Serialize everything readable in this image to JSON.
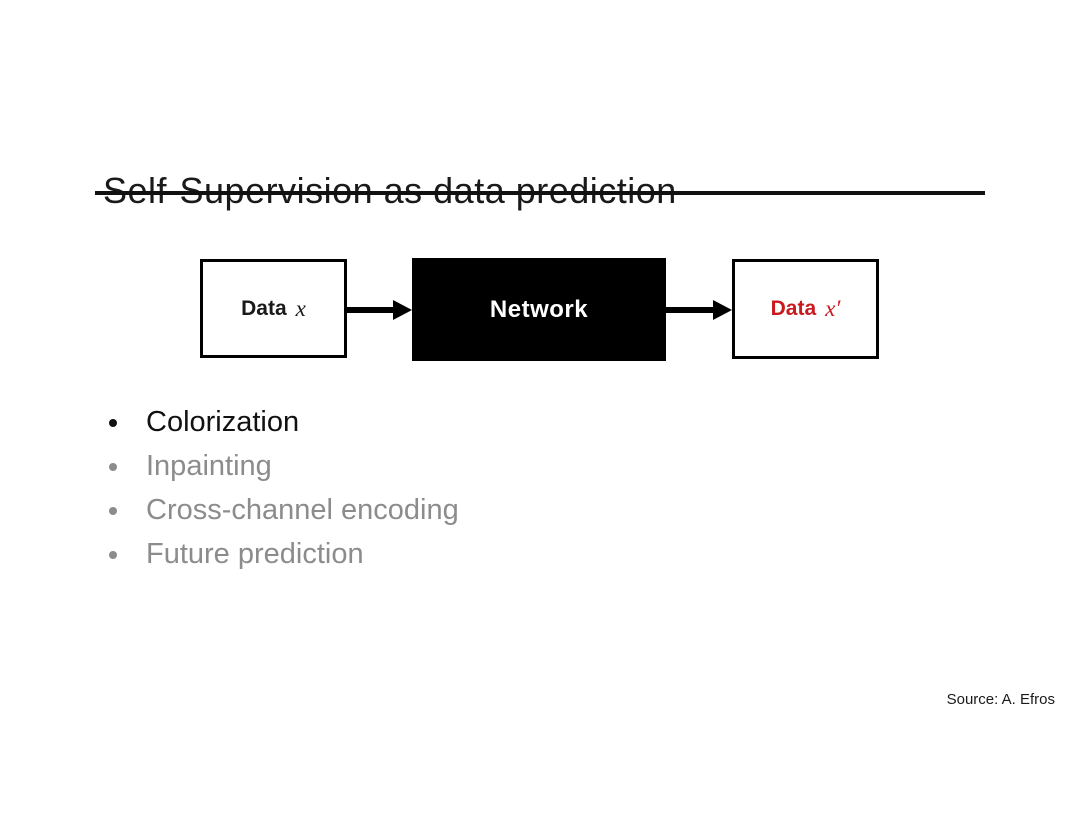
{
  "slide": {
    "title": "Self-Supervision as data prediction",
    "source_credit": "Source: A. Efros",
    "colors": {
      "text_black": "#1a1a1a",
      "dimmed_gray": "#8c8c8c",
      "accent_red": "#c81a1f",
      "background": "#ffffff"
    }
  },
  "diagram": {
    "input_box": {
      "word": "Data",
      "variable": "x"
    },
    "network_box": {
      "label": "Network"
    },
    "output_box": {
      "word": "Data",
      "variable": "x′"
    }
  },
  "bullets": [
    {
      "label": "Colorization",
      "emphasis": "active"
    },
    {
      "label": "Inpainting",
      "emphasis": "dimmed"
    },
    {
      "label": "Cross-channel encoding",
      "emphasis": "dimmed"
    },
    {
      "label": "Future prediction",
      "emphasis": "dimmed"
    }
  ]
}
